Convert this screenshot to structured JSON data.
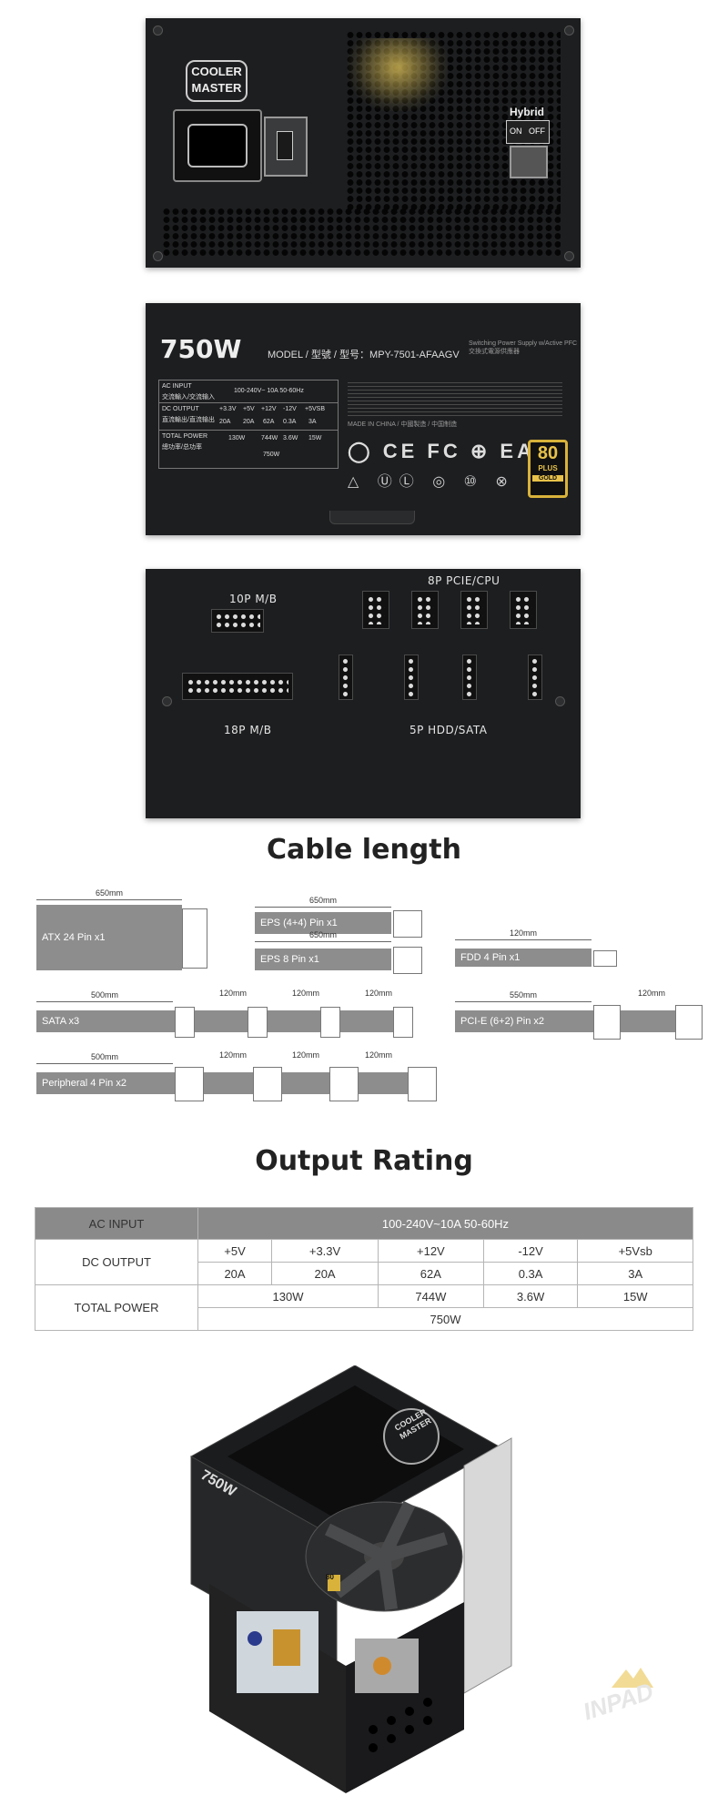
{
  "brand": {
    "logo_line1": "COOLER",
    "logo_line2": "MASTER"
  },
  "rear": {
    "switch_title": "Hybrid",
    "switch_on": "ON",
    "switch_off": "OFF"
  },
  "label": {
    "wattage": "750W",
    "model": "MODEL / 型號 / 型号：MPY-7501-AFAAGV",
    "subtitle": "Switching Power Supply w/Active PFC 交換式電源供應器",
    "ac_input": "AC INPUT",
    "ac_input_cn": "交流輸入/交流输入",
    "ac_input_val": "100-240V~ 10A 50-60Hz",
    "dc_output": "DC OUTPUT",
    "dc_output_cn": "直流輸出/直流输出",
    "rails": [
      "+3.3V",
      "+5V",
      "+12V",
      "-12V",
      "+5VSB"
    ],
    "amps": [
      "20A",
      "20A",
      "62A",
      "0.3A",
      "3A"
    ],
    "total_power": "TOTAL POWER",
    "total_power_cn": "總功率/总功率",
    "watts": [
      "130W",
      "744W",
      "3.6W",
      "15W"
    ],
    "total_watts": "750W",
    "plus_80": "80",
    "plus_text": "PLUS",
    "plus_tier": "GOLD",
    "made_in": "MADE IN CHINA / 中國製造 / 中国制造"
  },
  "modular": {
    "p10": "10P M/B",
    "p8": "8P PCIE/CPU",
    "p18": "18P M/B",
    "p5": "5P HDD/SATA"
  },
  "cable_section": {
    "title": "Cable length",
    "atx": {
      "label": "ATX 24 Pin x1",
      "len": "650mm"
    },
    "eps44": {
      "label": "EPS (4+4) Pin x1",
      "len": "650mm"
    },
    "eps8": {
      "label": "EPS 8 Pin x1",
      "len": "650mm"
    },
    "fdd": {
      "label": "FDD 4 Pin x1",
      "len": "120mm"
    },
    "sata": {
      "label": "SATA x3",
      "len": "500mm",
      "seg1": "120mm",
      "seg2": "120mm",
      "seg3": "120mm"
    },
    "pcie": {
      "label": "PCI-E (6+2) Pin x2",
      "len": "550mm",
      "seg1": "120mm"
    },
    "peri": {
      "label": "Peripheral 4 Pin x2",
      "len": "500mm",
      "seg1": "120mm",
      "seg2": "120mm",
      "seg3": "120mm"
    }
  },
  "output_section": {
    "title": "Output Rating",
    "ac_input": "AC INPUT",
    "ac_input_value": "100-240V~10A 50-60Hz",
    "dc_output": "DC OUTPUT",
    "rails": [
      "+5V",
      "+3.3V",
      "+12V",
      "-12V",
      "+5Vsb"
    ],
    "amps": [
      "20A",
      "20A",
      "62A",
      "0.3A",
      "3A"
    ],
    "total_power": "TOTAL POWER",
    "watts_combined": "130W",
    "watts_12v": "744W",
    "watts_neg12": "3.6W",
    "watts_5vsb": "15W",
    "total": "750W"
  },
  "product": {
    "side_watt": "750W",
    "top_logo_1": "COOLER",
    "top_logo_2": "MASTER",
    "gold_badge": "80"
  },
  "watermark": "INPAD"
}
